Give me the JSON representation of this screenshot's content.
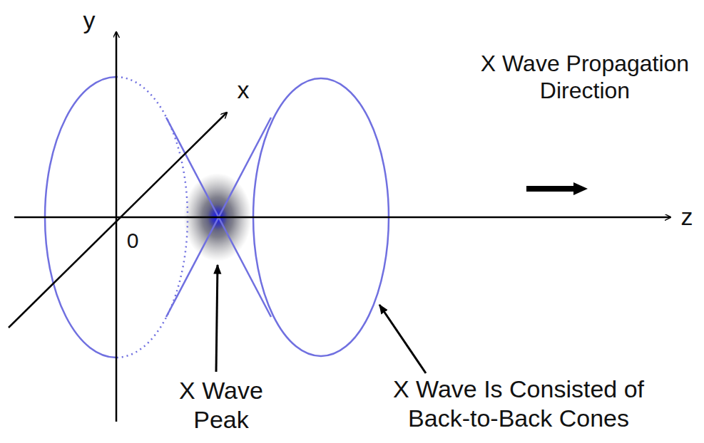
{
  "diagram": {
    "labels": [
      "y",
      "x",
      "0",
      "z",
      "X Wave Propagation Direction",
      "X Wave Peak",
      "X Wave Is Consisted of Back-to-Back Cones"
    ]
  }
}
